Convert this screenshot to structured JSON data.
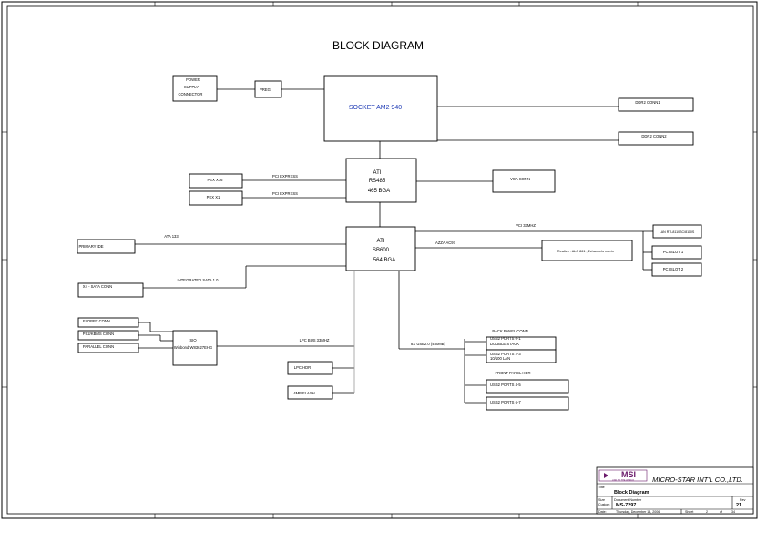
{
  "diagram": {
    "title": "BLOCK DIAGRAM",
    "nodes": {
      "power_supply": [
        "POWER",
        "SUPPLY",
        "CONNECTOR"
      ],
      "vreg": "VREG",
      "socket": "SOCKET AM2 940",
      "ddr2_conn1": "DDR2 CONN1",
      "ddr2_conn2": "DDR2 CONN2",
      "nb": [
        "ATI",
        "RS485",
        "465 BGA"
      ],
      "pex16": "PEX X16",
      "pex1": "PEX X1",
      "vga": "VGA CONN",
      "sb": [
        "ATI",
        "SB600",
        "564 BGA"
      ],
      "lan": "LAN RTL8110SC/8110S",
      "pci_slot1": "PCI SLOT 1",
      "pci_slot2": "PCI SLOT 2",
      "realtek": "Realtek : ALC 861 ; 2channels mic-in",
      "primary_ide": "PRIMARY IDE",
      "sata": "X4 - SATA CONN",
      "floppy": "FLOPPY CONN",
      "ps2": "PS2/KBMS CONN",
      "parallel": "PARALLEL CONN",
      "sio": [
        "SIO",
        "Winbond W83627EHG"
      ],
      "lpc_hdr": "LPC HDR",
      "flash": "4MB FLASH",
      "usb_back1": [
        "USB2 PORTS 0-1",
        "DOUBLE STACK"
      ],
      "usb_back2": [
        "USB2 PORTS 2-3",
        "10/100 LAN"
      ],
      "usb_front1": "USB2 PORTS 4-5",
      "usb_front2": "USB2 PORTS 6-7"
    },
    "labels": {
      "pci_express_1": "PCI EXPRESS",
      "pci_express_2": "PCI EXPRESS",
      "pci_33mhz": "PCI 33MHZ",
      "azalia": "AZZA AC97",
      "ata": "ATA 133",
      "integrated_sata": "INTEGRATED SATA 1.0",
      "lpc_bus": "LPC BUS 33MHZ",
      "usb_8": "8X USB2.0 (480MB)",
      "back_panel": "BACK PANEL CONN",
      "front_panel": "FRONT PANEL HDR"
    }
  },
  "title_block": {
    "company": "MICRO-STAR INT'L CO.,LTD.",
    "logo_text": "MSI",
    "logo_tagline": "LINK TO THE WORLD",
    "title_caption": "Title",
    "title": "Block Diagram",
    "size_caption": "Size",
    "size_value": "Custom",
    "docnum_caption": "Document Number",
    "doc_number": "MS-7297",
    "rev_caption": "Rev",
    "rev": "21",
    "date_caption": "Date:",
    "date": "Thursday, December 14, 2006",
    "sheet_caption": "Sheet",
    "sheet": "2",
    "of_caption": "of",
    "sheets": "34"
  },
  "colors": {
    "line": "#000000",
    "socket_text": "#1f3bb5",
    "gray_line": "#9a9a9a",
    "logo": "#6b1b6b"
  }
}
